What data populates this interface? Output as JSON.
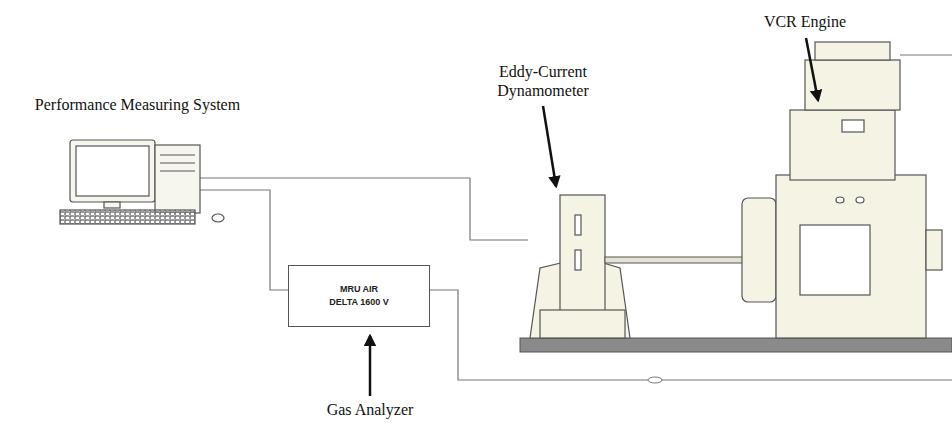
{
  "diagram": {
    "nodes": [
      {
        "text": [
          "MRU AIR DELTA 1600 V"
        ]
      }
    ],
    "labels": [
      "Performance Measuring System",
      "Eddy-Current Dynamometer",
      "VCR Engine",
      "Gas Analyzer"
    ]
  }
}
